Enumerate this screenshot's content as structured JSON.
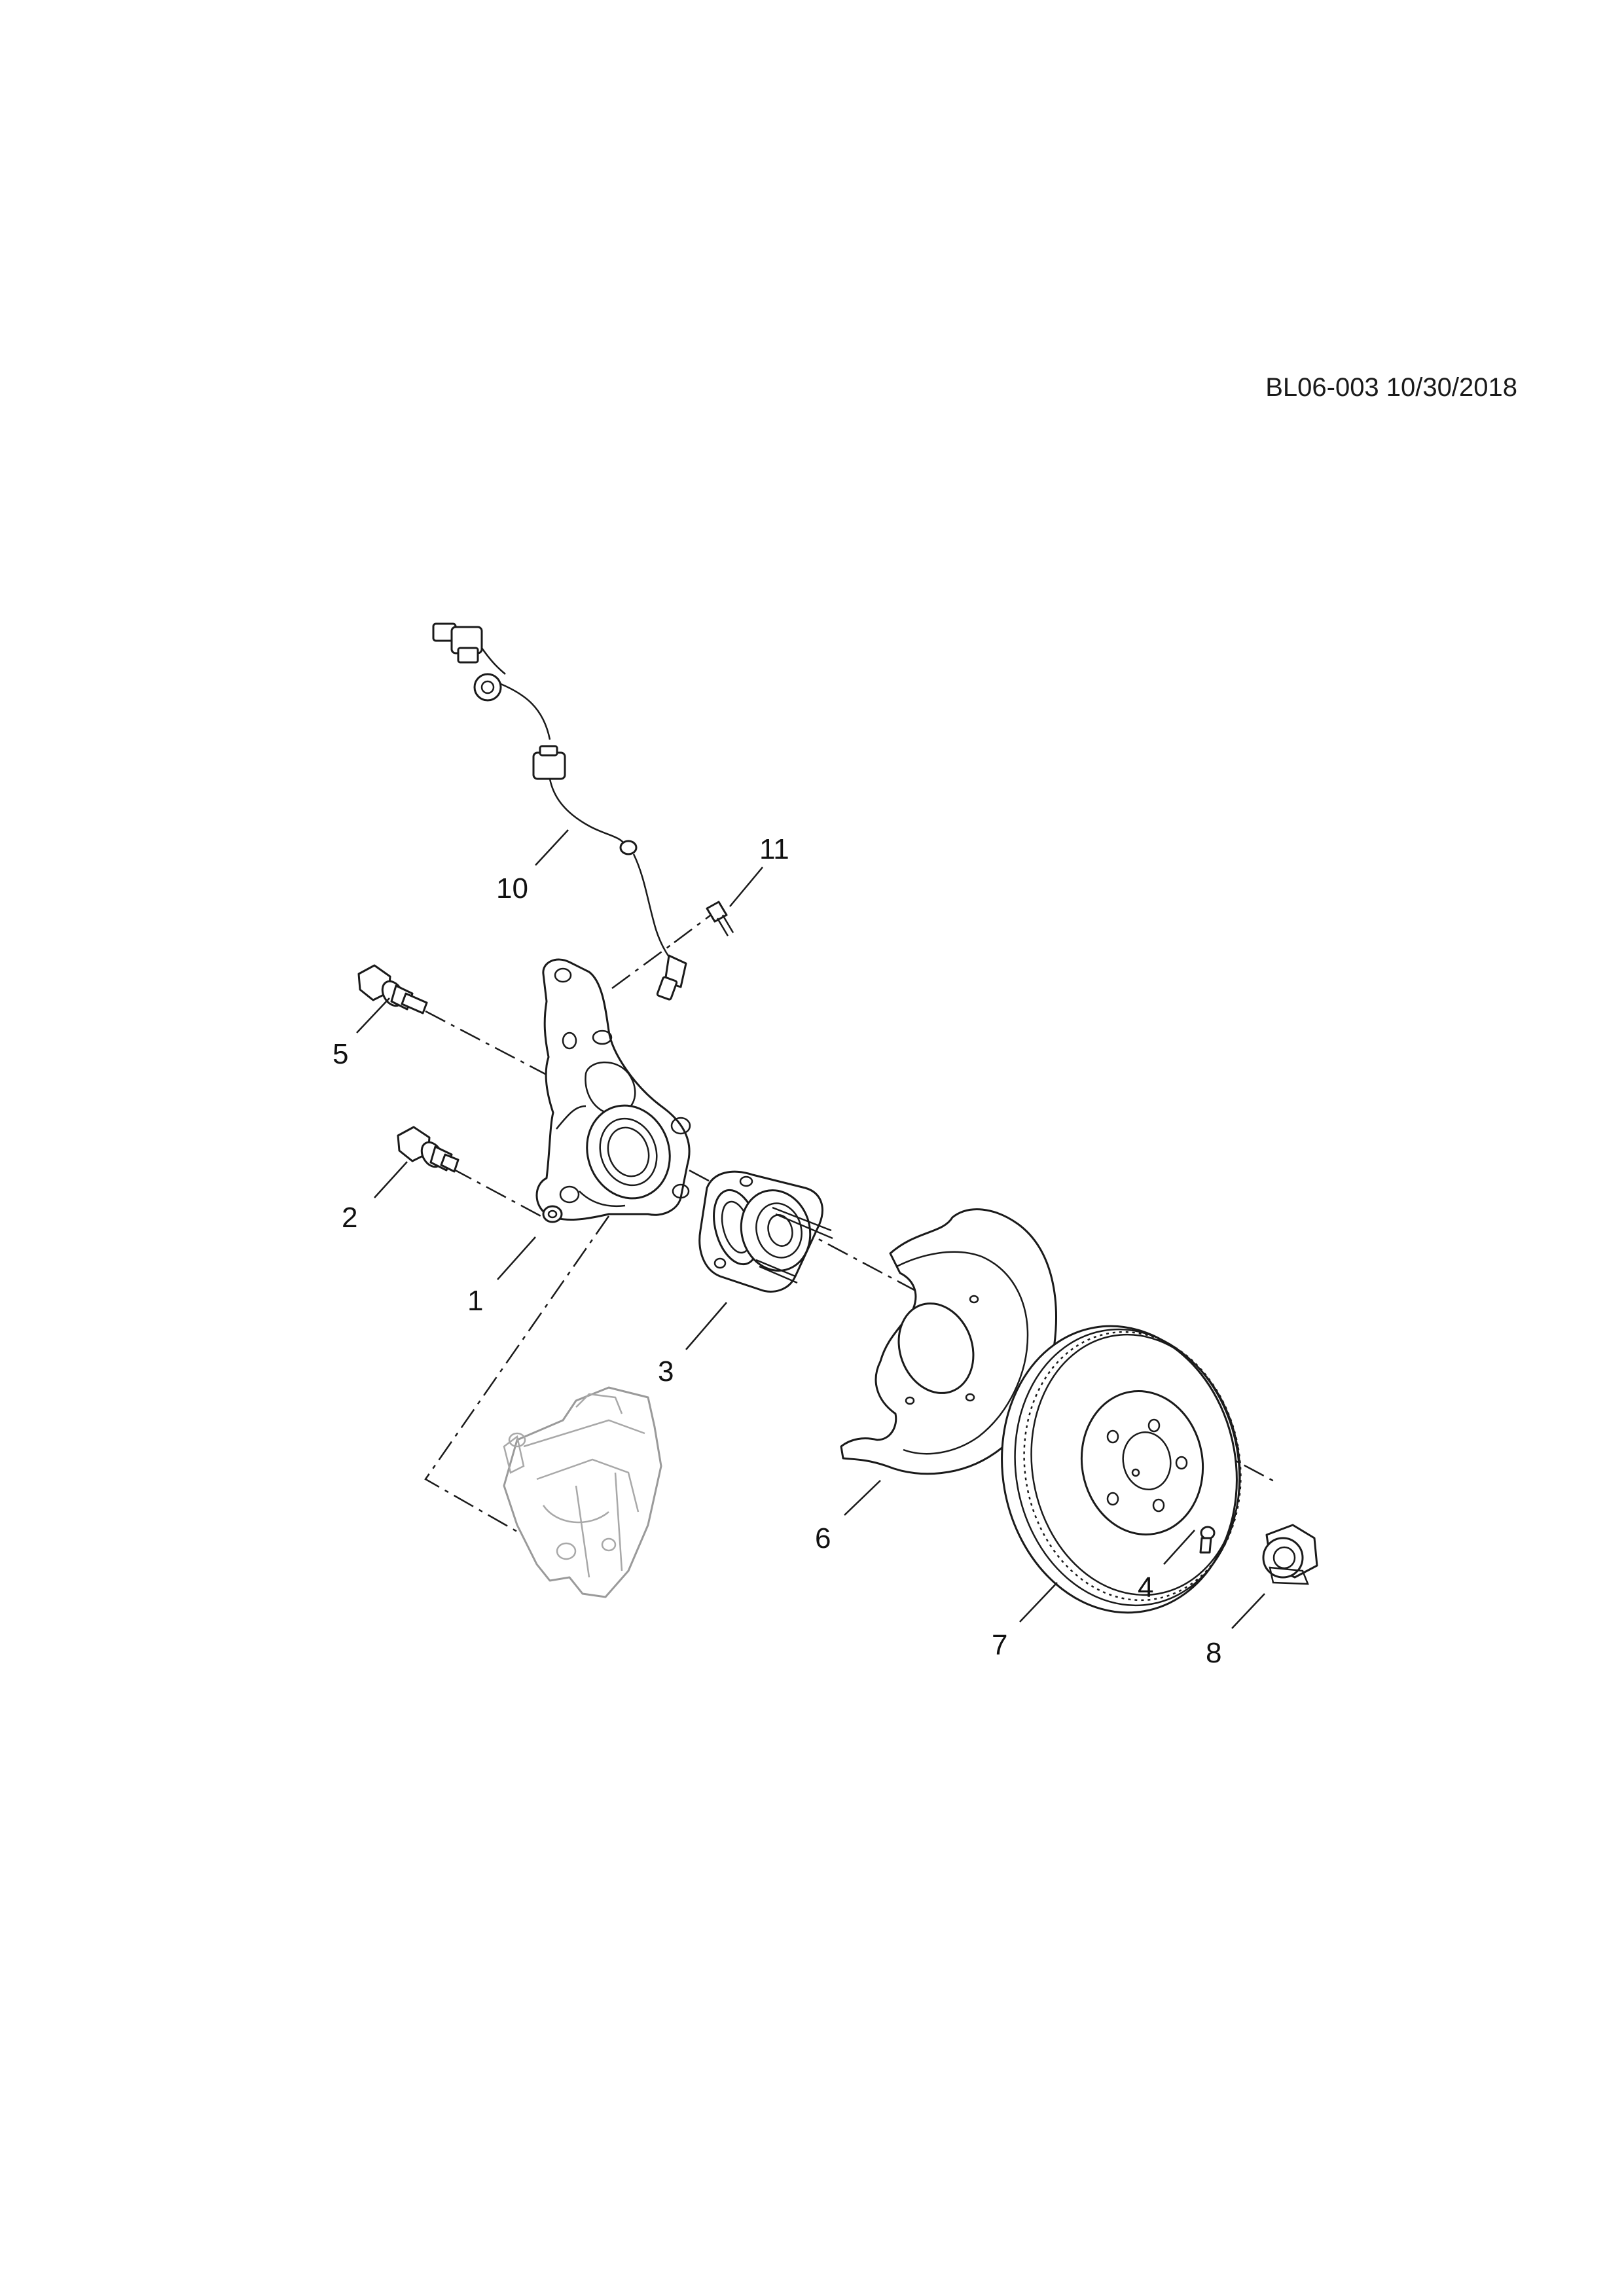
{
  "drawing_reference": "BL06-003 10/30/2018",
  "callouts": [
    {
      "id": "1",
      "label": "1"
    },
    {
      "id": "2",
      "label": "2"
    },
    {
      "id": "3",
      "label": "3"
    },
    {
      "id": "4",
      "label": "4"
    },
    {
      "id": "5",
      "label": "5"
    },
    {
      "id": "6",
      "label": "6"
    },
    {
      "id": "7",
      "label": "7"
    },
    {
      "id": "8",
      "label": "8"
    },
    {
      "id": "10",
      "label": "10"
    },
    {
      "id": "11",
      "label": "11"
    }
  ]
}
